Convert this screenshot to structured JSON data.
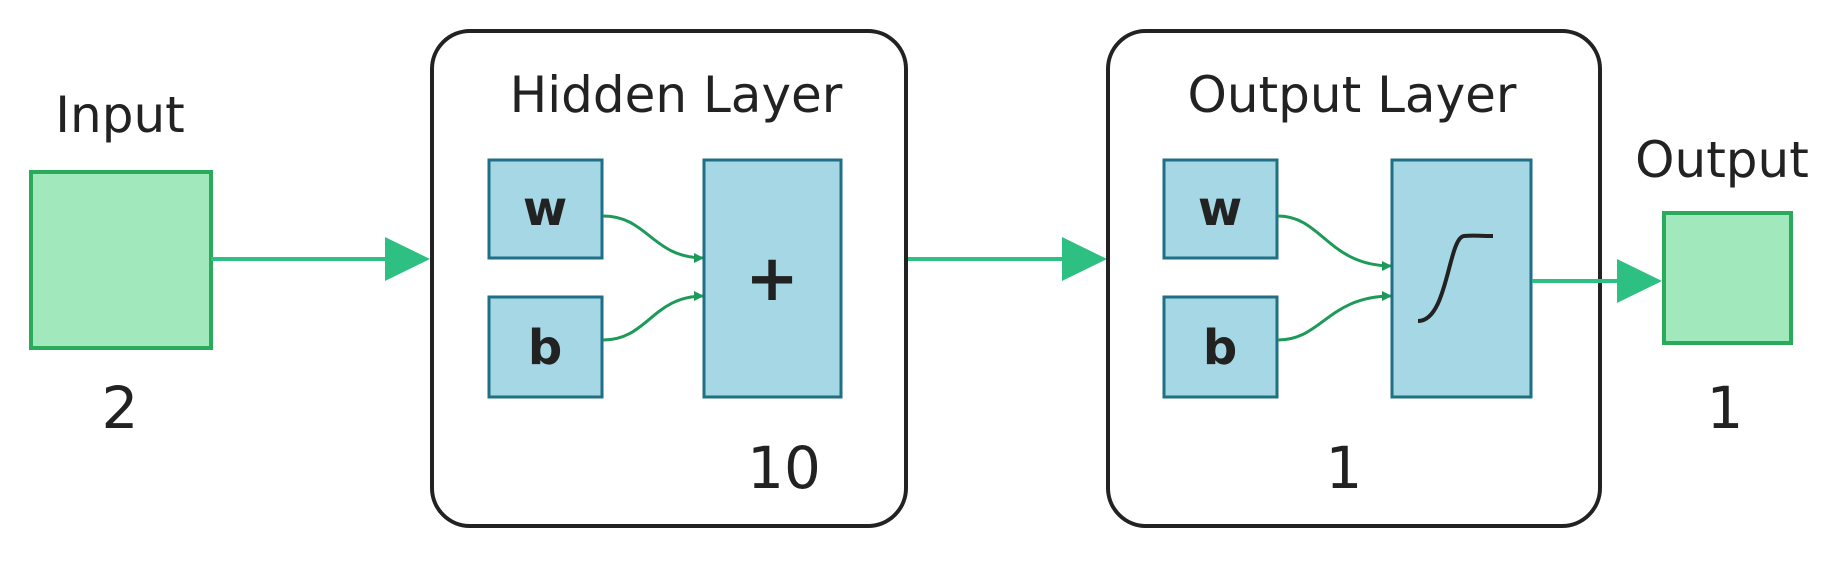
{
  "colors": {
    "io_fill": "#a1e9bd",
    "io_stroke": "#2aaa5b",
    "block_fill": "#a6d7e5",
    "block_stroke": "#1f6f86",
    "connector": "#2ec082",
    "curve": "#1e9a58",
    "text": "#222222"
  },
  "input": {
    "title": "Input",
    "size": "2"
  },
  "hidden_layer": {
    "title": "Hidden Layer",
    "weight_label": "w",
    "bias_label": "b",
    "op_symbol": "+",
    "units": "10"
  },
  "output_layer": {
    "title": "Output Layer",
    "weight_label": "w",
    "bias_label": "b",
    "activation_icon": "sigmoid-icon",
    "units": "1"
  },
  "output": {
    "title": "Output",
    "size": "1"
  }
}
